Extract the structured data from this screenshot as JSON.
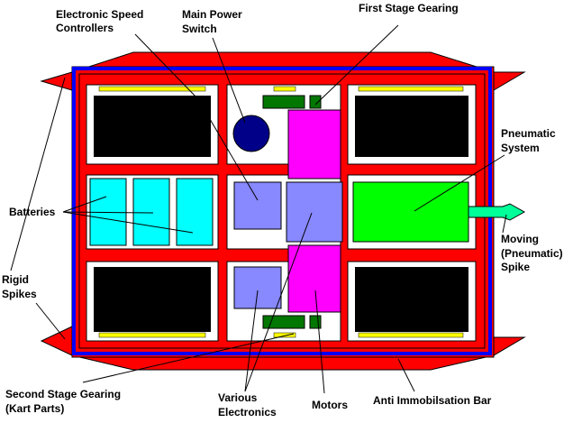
{
  "colors": {
    "chassis": "#ff0000",
    "frame": "#0000ff",
    "bay": "#ffffff",
    "panel": "#000000",
    "battery": "#00ffff",
    "motor": "#ff00ff",
    "electronics": "#8888ff",
    "gearing": "#007700",
    "pneumatic": "#00ff00",
    "spike": "#00ff99",
    "switch": "#000088",
    "bar": "#ffff00"
  },
  "labels": {
    "esc_line1": "Electronic Speed",
    "esc_line2": "Controllers",
    "switch_line1": "Main Power",
    "switch_line2": "Switch",
    "first_gearing": "First Stage Gearing",
    "pneumatic_line1": "Pneumatic",
    "pneumatic_line2": "System",
    "batteries": "Batteries",
    "spike_line1": "Moving",
    "spike_line2": "(Pneumatic)",
    "spike_line3": "Spike",
    "rigid_line1": "Rigid",
    "rigid_line2": "Spikes",
    "second_line1": "Second Stage Gearing",
    "second_line2": "(Kart Parts)",
    "electronics_line1": "Various",
    "electronics_line2": "Electronics",
    "motors": "Motors",
    "anti_bar": "Anti Immobilsation Bar"
  }
}
